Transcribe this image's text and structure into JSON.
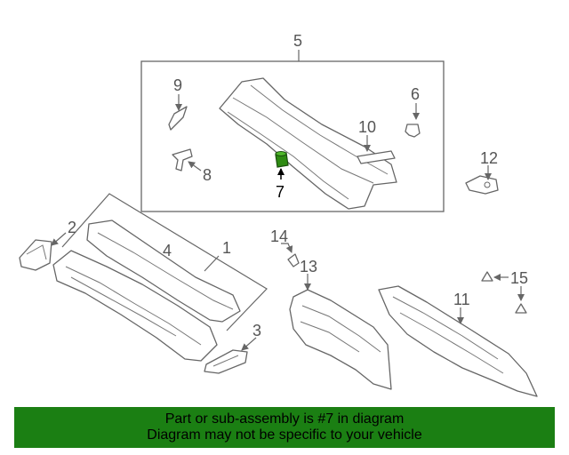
{
  "diagram": {
    "callouts": {
      "c1": "1",
      "c2": "2",
      "c3": "3",
      "c4": "4",
      "c5": "5",
      "c6": "6",
      "c7": "7",
      "c8": "8",
      "c9": "9",
      "c10": "10",
      "c11": "11",
      "c12": "12",
      "c13": "13",
      "c14": "14",
      "c15": "15"
    },
    "highlight_color": "#2e8b12",
    "line_color": "#666666"
  },
  "banner": {
    "line1": "Part or sub-assembly is #7 in diagram",
    "line2": "Diagram may not be specific to your vehicle",
    "background": "#1b7f13"
  }
}
